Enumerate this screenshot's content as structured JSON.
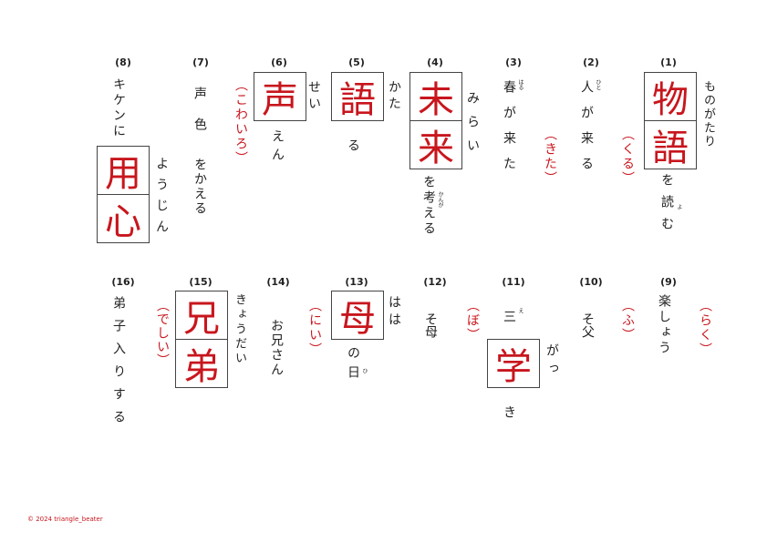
{
  "numbers": [
    "(1)",
    "(2)",
    "(3)",
    "(4)",
    "(5)",
    "(6)",
    "(7)",
    "(8)",
    "(9)",
    "(10)",
    "(11)",
    "(12)",
    "(13)",
    "(14)",
    "(15)",
    "(16)"
  ],
  "p1": {
    "kanji": [
      "物",
      "語"
    ],
    "reading": "ものがたり",
    "after": "を読む",
    "furigana": "よ",
    "answer": "（くる）"
  },
  "p2": {
    "text": "人が来る",
    "furigana": "ひと",
    "answer": "（きた）"
  },
  "p3": {
    "text": "春が来た",
    "furigana": "はる"
  },
  "p4": {
    "kanji": [
      "未",
      "来"
    ],
    "reading": "みらい",
    "after": "を考える",
    "furigana": "かんが"
  },
  "p5": {
    "kanji": [
      "語"
    ],
    "before": "かた",
    "after": "る",
    "reading": "せい"
  },
  "p6": {
    "kanji": [
      "声"
    ],
    "after": "えん",
    "answer": "（こわいろ）"
  },
  "p7": {
    "text1": "声",
    "text2": "色",
    "text3": "をかえる"
  },
  "p8": {
    "before": "キケンに",
    "kanji": [
      "用",
      "心"
    ],
    "reading": "ようじん"
  },
  "p9": {
    "text": "楽しょう",
    "answer": "（らく）"
  },
  "p10": {
    "text": "そ父",
    "answer": "（ふ）"
  },
  "p11": {
    "before": "三",
    "furigana": "え",
    "kanji": [
      "学"
    ],
    "reading": "がっ",
    "after": "き"
  },
  "p12": {
    "text": "そ母",
    "answer": "（ぼ）"
  },
  "p13": {
    "kanji": [
      "母"
    ],
    "before": "はは",
    "after": "の日",
    "furigana": "ひ",
    "answer": "（にい）"
  },
  "p14": {
    "text": "お兄さん"
  },
  "p15": {
    "kanji": [
      "兄",
      "弟"
    ],
    "reading": "きょうだい",
    "answer": "（でしい）"
  },
  "p16": {
    "text": "弟子入りする"
  },
  "footer": "© 2024 triangle_beater",
  "colors": {
    "answer": "#c8161d",
    "kanji": "#c8161d",
    "text": "#222222"
  }
}
